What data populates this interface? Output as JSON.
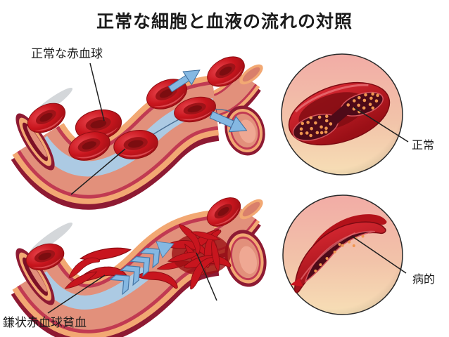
{
  "title": "正常な細胞と血液の流れの対照",
  "labels": {
    "normal_rbc": "正常な赤血球",
    "normal": "正常",
    "pathological": "病的",
    "sickle_cell_anemia": "鎌状赤血球貧血"
  },
  "panels": {
    "top_left": "normal blood flow through branching vessel with disc-shaped red blood cells",
    "bottom_left": "sickle cell anemia: sickle cells clump and block branching vessel",
    "top_right": "close-up inset of normal biconcave red blood cell",
    "bottom_right": "close-up inset of pathological sickle-shaped cell"
  },
  "colors": {
    "background": "#FFFFFF",
    "text": "#1B1B1B",
    "vessel_outer_peach": "#F2A873",
    "vessel_rim_crimson": "#C13A52",
    "vessel_outer_maroon": "#8E1A33",
    "vessel_lumen_salmon": "#E2907B",
    "flow_blue": "#A9CDE9",
    "arrow_blue": "#85B8E2",
    "cell_red": "#C8151E",
    "cell_dark_red": "#9C1014",
    "cut_face_dark": "#4E0A18",
    "hemoglobin_dot_orange": "#F0954F",
    "inset_bg_top_pink": "#F2ACA6",
    "inset_bg_bottom_cream": "#F7DFB6",
    "leader_line": "#1F1F1F"
  }
}
